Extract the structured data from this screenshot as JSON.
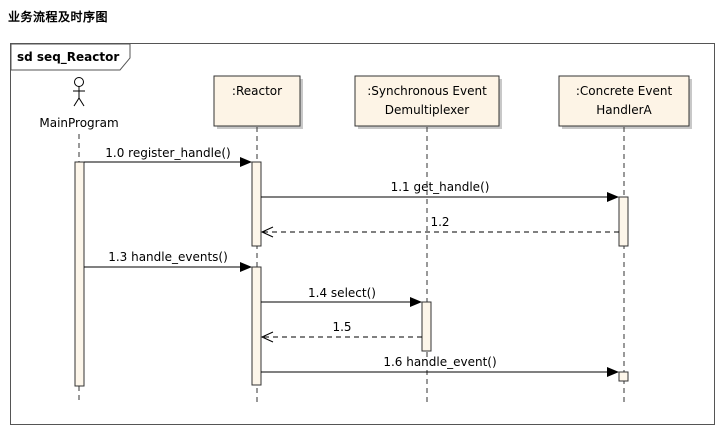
{
  "page": {
    "heading": "业务流程及时序图"
  },
  "diagram": {
    "frame_label": "sd seq_Reactor",
    "actor": {
      "name": "MainProgram"
    },
    "lifelines": [
      {
        "id": "reactor",
        "lines": [
          ":Reactor"
        ]
      },
      {
        "id": "demux",
        "lines": [
          ":Synchronous Event",
          "Demultiplexer"
        ]
      },
      {
        "id": "handler",
        "lines": [
          ":Concrete Event",
          "HandlerA"
        ]
      }
    ],
    "messages": [
      {
        "label": "1.0 register_handle()",
        "from": "actor",
        "to": "reactor",
        "kind": "call"
      },
      {
        "label": "1.1 get_handle()",
        "from": "reactor",
        "to": "handler",
        "kind": "call"
      },
      {
        "label": "1.2",
        "from": "handler",
        "to": "reactor",
        "kind": "return"
      },
      {
        "label": "1.3 handle_events()",
        "from": "actor",
        "to": "reactor",
        "kind": "call"
      },
      {
        "label": "1.4 select()",
        "from": "reactor",
        "to": "demux",
        "kind": "call"
      },
      {
        "label": "1.5",
        "from": "demux",
        "to": "reactor",
        "kind": "return"
      },
      {
        "label": "1.6 handle_event()",
        "from": "reactor",
        "to": "handler",
        "kind": "call"
      }
    ],
    "colors": {
      "box_fill": "#fdf4e6",
      "activation_fill": "#fdf6ea",
      "stroke": "#333333",
      "shadow": "#c8c8c8"
    }
  }
}
